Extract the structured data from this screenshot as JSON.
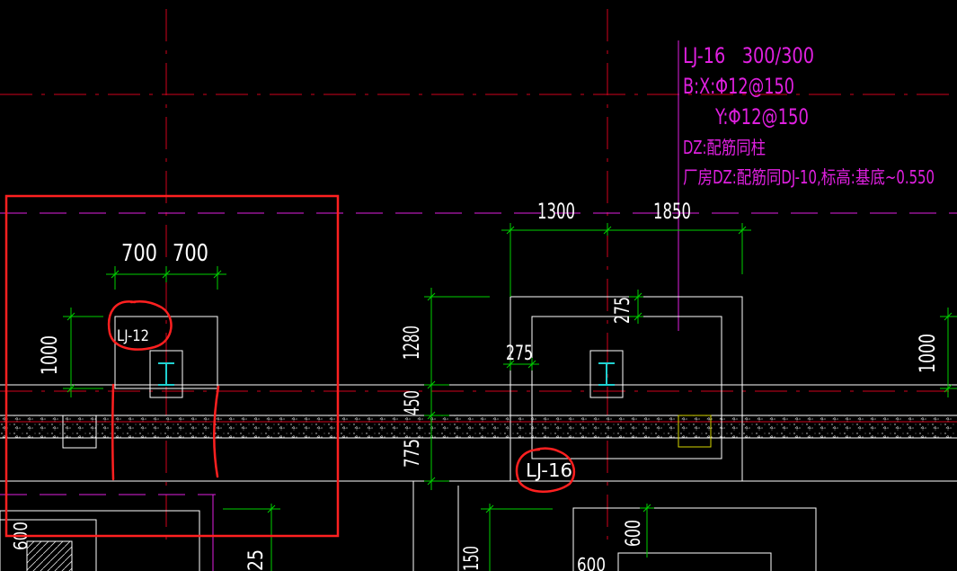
{
  "colors": {
    "background": "#000000",
    "axis": "#d0021b",
    "dimension": "#00d000",
    "outline": "#ffffff",
    "note": "#e020e0",
    "markup": "#ff2020",
    "steel": "#20d0d0",
    "yellow": "#d4d400"
  },
  "annotation": {
    "line1": "LJ-16   300/300",
    "line2": "B:X:Φ12@150",
    "line3": "Y:Φ12@150",
    "line4": "DZ:配筋同柱",
    "line5": "厂房DZ:配筋同DJ-10,标高:基底~0.550"
  },
  "dims": {
    "d700a": "700",
    "d700b": "700",
    "d1300": "1300",
    "d1850": "1850",
    "d1000_left": "1000",
    "d1000_right": "1000",
    "d1280": "1280",
    "d450": "450",
    "d775": "775",
    "d275_mid": "275",
    "d275_top": "275",
    "d600_left": "600",
    "d600_bottom": "600",
    "d600_bottom2": "600",
    "d25": "25",
    "d150": "150"
  },
  "labels": {
    "lj12": "LJ-12",
    "lj16": "LJ-16"
  },
  "icons": {
    "column_left": "steel-column-icon",
    "column_right": "steel-column-icon"
  }
}
